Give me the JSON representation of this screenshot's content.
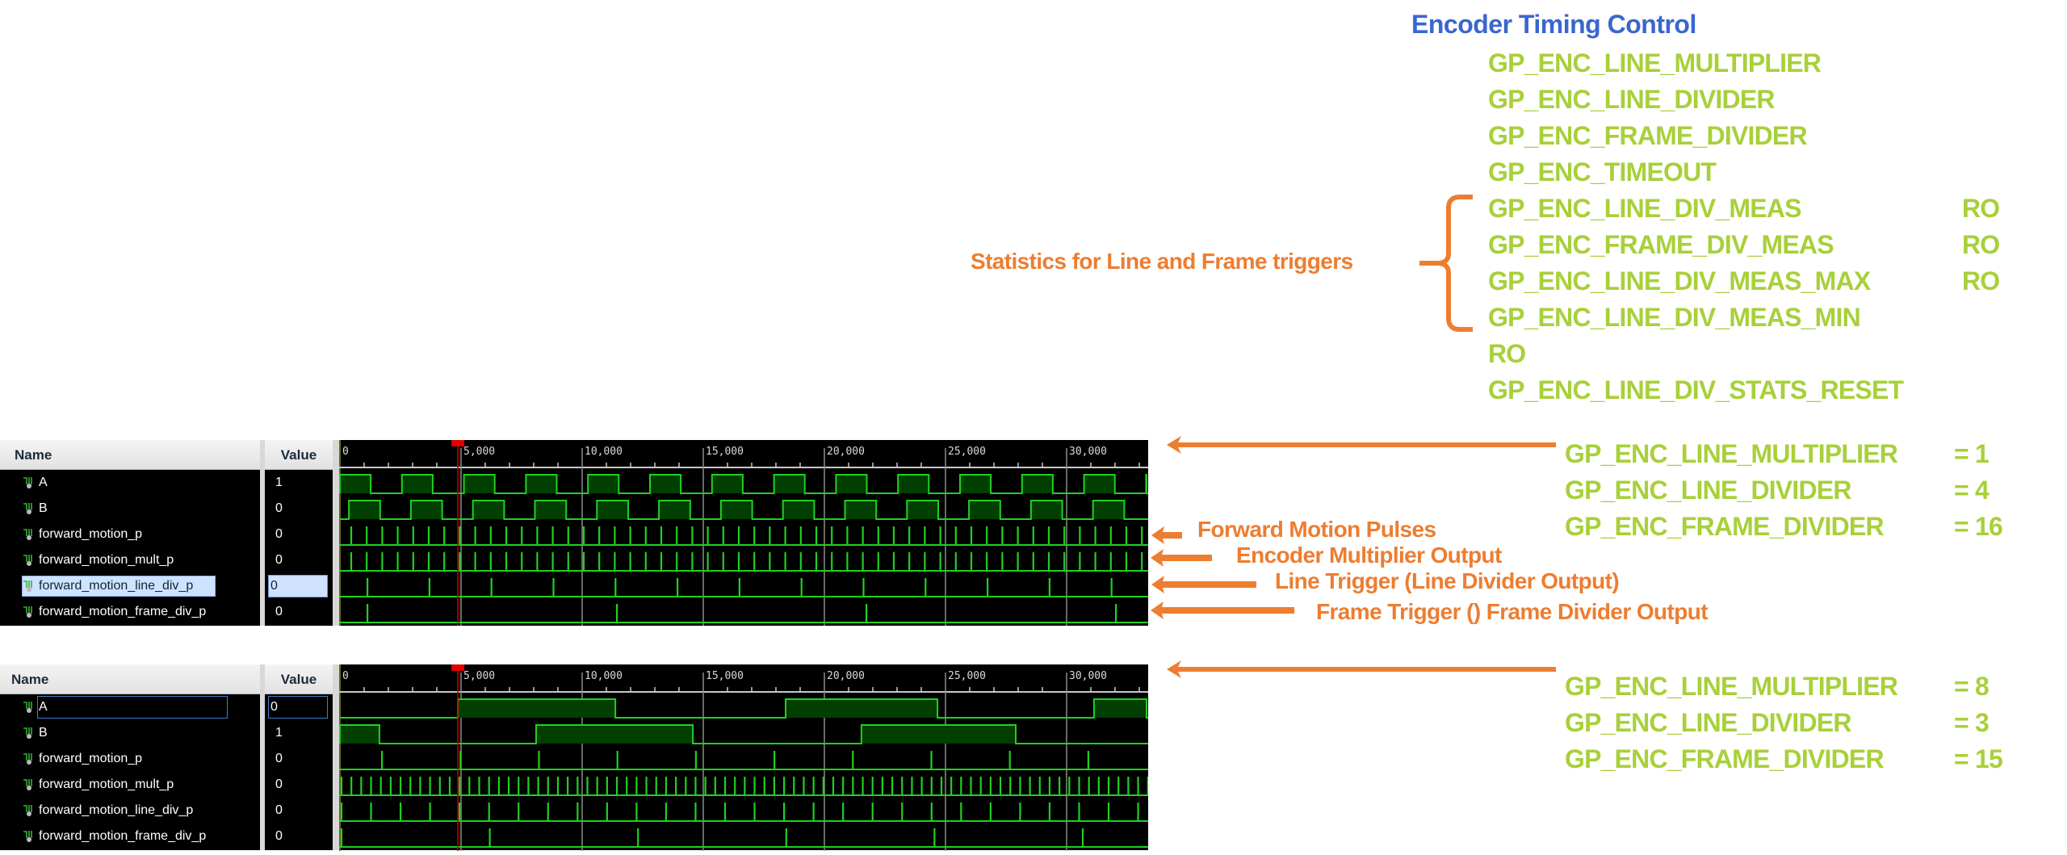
{
  "colors": {
    "title_blue": "#3A66D0",
    "register_green": "#A8D03A",
    "annotation_orange": "#ED7D31",
    "wave_green": "#1FD11F",
    "wave_fill": "#003F00",
    "cursor_red": "#C00000"
  },
  "register_map": {
    "title": "Encoder Timing Control",
    "registers": [
      {
        "name": "GP_ENC_LINE_MULTIPLIER",
        "access": ""
      },
      {
        "name": "GP_ENC_LINE_DIVIDER",
        "access": ""
      },
      {
        "name": "GP_ENC_FRAME_DIVIDER",
        "access": ""
      },
      {
        "name": "GP_ENC_TIMEOUT",
        "access": ""
      },
      {
        "name": "GP_ENC_LINE_DIV_MEAS",
        "access": "RO"
      },
      {
        "name": "GP_ENC_FRAME_DIV_MEAS",
        "access": "RO"
      },
      {
        "name": "GP_ENC_LINE_DIV_MEAS_MAX",
        "access": "RO"
      },
      {
        "name": "GP_ENC_LINE_DIV_MEAS_MIN",
        "access": ""
      },
      {
        "name": "RO",
        "access": ""
      },
      {
        "name": "GP_ENC_LINE_DIV_STATS_RESET",
        "access": ""
      }
    ],
    "statistics_label": "Statistics for Line and Frame triggers"
  },
  "annotations": {
    "forward_motion": "Forward Motion Pulses",
    "multiplier_output": "Encoder Multiplier Output",
    "line_trigger": "Line Trigger (Line Divider Output)",
    "frame_trigger": "Frame Trigger () Frame Divider Output"
  },
  "settings": [
    [
      {
        "name": "GP_ENC_LINE_MULTIPLIER",
        "value": "= 1"
      },
      {
        "name": "GP_ENC_LINE_DIVIDER",
        "value": "= 4"
      },
      {
        "name": "GP_ENC_FRAME_DIVIDER",
        "value": "= 16"
      }
    ],
    [
      {
        "name": "GP_ENC_LINE_MULTIPLIER",
        "value": "= 8"
      },
      {
        "name": "GP_ENC_LINE_DIVIDER",
        "value": "= 3"
      },
      {
        "name": "GP_ENC_FRAME_DIVIDER",
        "value": "= 15"
      }
    ]
  ],
  "viewer": {
    "name_header": "Name",
    "value_header": "Value",
    "time_ticks": [
      "0",
      "5,000",
      "10,000",
      "15,000",
      "20,000",
      "25,000",
      "30,000"
    ],
    "time_range": [
      0,
      33300
    ],
    "cursor_time": 4870
  },
  "panels": [
    {
      "signals": [
        {
          "name": "A",
          "value": "1",
          "state": ""
        },
        {
          "name": "B",
          "value": "0",
          "state": ""
        },
        {
          "name": "forward_motion_p",
          "value": "0",
          "state": ""
        },
        {
          "name": "forward_motion_mult_p",
          "value": "0",
          "state": ""
        },
        {
          "name": "forward_motion_line_div_p",
          "value": "0",
          "state": "selected"
        },
        {
          "name": "forward_motion_frame_div_p",
          "value": "0",
          "state": ""
        }
      ],
      "waves": [
        {
          "type": "clock",
          "period": 2560,
          "phase": 0,
          "high": 1270
        },
        {
          "type": "clock",
          "period": 2560,
          "phase": 370,
          "high": 1290
        },
        {
          "type": "pulse",
          "period": 640,
          "phase": 400
        },
        {
          "type": "pulse",
          "period": 640,
          "phase": 400
        },
        {
          "type": "pulse",
          "period": 2560,
          "phase": 1070
        },
        {
          "type": "pulse",
          "period": 10300,
          "phase": 1070
        }
      ]
    },
    {
      "signals": [
        {
          "name": "A",
          "value": "0",
          "state": "focused"
        },
        {
          "name": "B",
          "value": "1",
          "state": ""
        },
        {
          "name": "forward_motion_p",
          "value": "0",
          "state": ""
        },
        {
          "name": "forward_motion_mult_p",
          "value": "0",
          "state": ""
        },
        {
          "name": "forward_motion_line_div_p",
          "value": "0",
          "state": ""
        },
        {
          "name": "forward_motion_frame_div_p",
          "value": "0",
          "state": ""
        }
      ],
      "waves": [
        {
          "type": "segments",
          "highs": [
            [
              4870,
              11370
            ],
            [
              18400,
              24670
            ],
            [
              31130,
              33300
            ]
          ]
        },
        {
          "type": "segments",
          "highs": [
            [
              0,
              1630
            ],
            [
              8100,
              14570
            ],
            [
              21530,
              27900
            ]
          ]
        },
        {
          "type": "pulse",
          "period": 3240,
          "phase": 1670
        },
        {
          "type": "pulse",
          "period": 406,
          "phase": 0
        },
        {
          "type": "pulse",
          "period": 1218,
          "phase": 0
        },
        {
          "type": "pulse",
          "period": 6120,
          "phase": 0
        }
      ]
    }
  ]
}
